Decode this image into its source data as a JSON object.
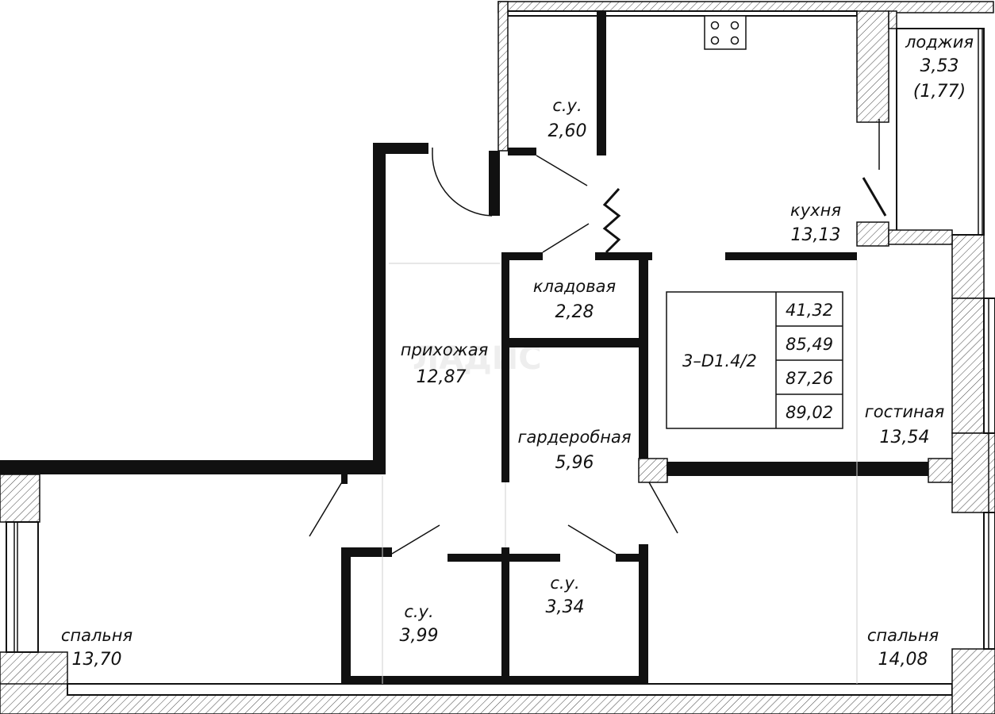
{
  "plan": {
    "code": "3–D1.4/2",
    "areas": [
      "41,32",
      "85,49",
      "87,26",
      "89,02"
    ],
    "watermark": "ЛАДИС",
    "rooms": {
      "bath_top": {
        "label": "с.у.",
        "area": "2,60"
      },
      "loggia": {
        "label": "лоджия",
        "area": "3,53",
        "extra": "(1,77)"
      },
      "kitchen": {
        "label": "кухня",
        "area": "13,13"
      },
      "storage": {
        "label": "кладовая",
        "area": "2,28"
      },
      "hall": {
        "label": "прихожая",
        "area": "12,87"
      },
      "wardrobe": {
        "label": "гардеробная",
        "area": "5,96"
      },
      "living": {
        "label": "гостиная",
        "area": "13,54"
      },
      "bath_left": {
        "label": "с.у.",
        "area": "3,99"
      },
      "bath_right": {
        "label": "с.у.",
        "area": "3,34"
      },
      "bed_left": {
        "label": "спальня",
        "area": "13,70"
      },
      "bed_right": {
        "label": "спальня",
        "area": "14,08"
      }
    }
  }
}
